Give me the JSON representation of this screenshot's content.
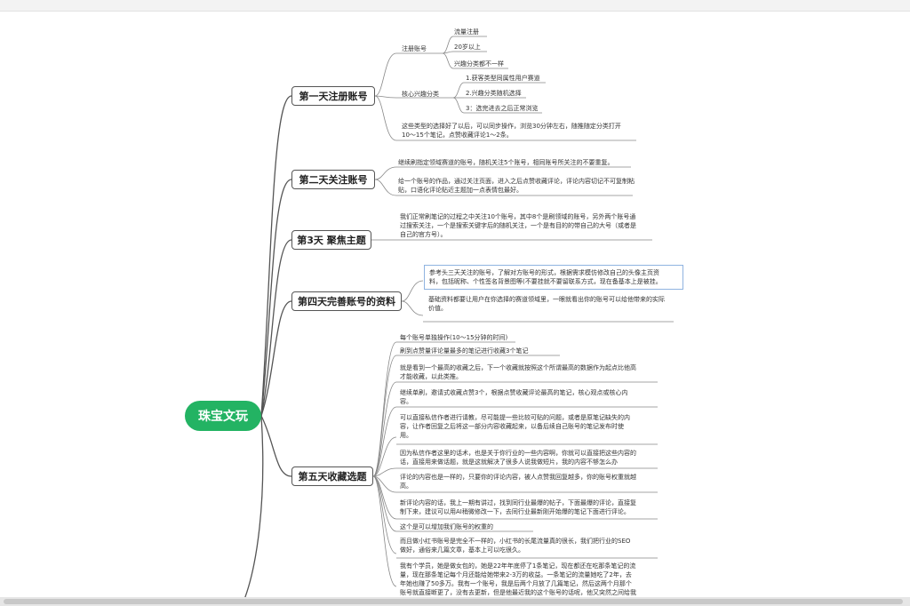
{
  "root": "珠宝文玩",
  "day1": {
    "title": "第一天注册账号",
    "reg_label": "注册账号",
    "reg_items": [
      "流量注册",
      "20岁以上",
      "兴趣分类都不一样"
    ],
    "interest_label": "核心兴趣分类",
    "interest_items": [
      "1.获客类型同属性用户赛道",
      "2.兴趣分类随机选择",
      "3：选完进去之后正常浏览"
    ],
    "note": [
      "这些类型的选择好了以后，可以同步操作，浏览30分钟左右，随推随定分类打开",
      "10～15个笔记，点赞收藏评论1～2条。"
    ]
  },
  "day2": {
    "title": "第二天关注账号",
    "notes": [
      [
        "继续刷指定领域赛道的账号，随机关注5个账号，相同账号所关注的不要重复。"
      ],
      [
        "给一个账号的作品，通过关注页面，进入之后点赞收藏评论，评论内容切记不可复制粘",
        "贴，口语化评论贴近主题加一点表情包最好。"
      ]
    ]
  },
  "day3": {
    "title": "第3天 聚焦主题",
    "note": [
      "我们正常刷笔记的过程之中关注10个账号，其中8个是刷领域的账号，另外两个账号通",
      "过搜索关注，一个是搜索关键字后的随机关注，一个是有目的的带自己的大号（或者是",
      "自己的官方号）。"
    ]
  },
  "day4": {
    "title": "第四天完善账号的资料",
    "notes": [
      [
        "参考头三天关注的账号，了解对方账号的形式，根据需求模仿修改自己的头像主页资",
        "料，包括昵称、个性签名背景图等(不要挂就不要留联系方式，现在备基本上是被挂。"
      ],
      [
        "基础资料都要让用户在你选择的赛道领域里，一眼就看出你的账号可以给他带来的实际",
        "价值。"
      ]
    ]
  },
  "day5": {
    "title": "第五天收藏选题",
    "notes": [
      [
        "每个账号单独操作(10～15分钟的时间)"
      ],
      [
        "刷到点赞量评论量最多的笔记进行收藏3个笔记"
      ],
      [
        "就是看到一个最高的收藏之后，下一个收藏就按照这个所谓最高的数据作为起点比他高",
        "才能收藏，以此类推。"
      ],
      [
        "继续单刷，邀请式收藏点赞3个，根据点赞收藏评论最高的笔记，核心观点或核心内",
        "容。"
      ],
      [
        "可以直接私信作者进行请教，尽可能提一些比较可贴的问题，或者是原笔记缺失的内",
        "容，让作者回复之后将这一部分内容收藏起来，以备后续自己账号的笔记发布时使",
        "用。"
      ],
      [
        "因为私信作者这里的话术，也是关于你行业的一些内容啊，你就可以直接把这些内容的",
        "话，直接用来做话题，就是这就解决了很多人说我做短片，我的内容不够怎么办"
      ],
      [
        "评论的内容也是一样的，只要你的评论内容，被人点赞我回复越多，你的账号权重就越",
        "高。"
      ],
      [
        "新评论内容的话，我上一期有讲过，找到同行业最爆的帖子，下面最爆的评论，直接复",
        "制下来，建议可以用AI稍微修改一下，去同行业最新刚开始爆的笔记下面进行评论。"
      ],
      [
        "这个是可以增加我们账号的权重的"
      ],
      [
        "而且做小红书账号是完全不一样的，小红书的长尾流量真的很长，我们把行业的SEO",
        "做好，通俗来几篇文章，基本上可以吃很久。"
      ],
      [
        "我有个学员，她是做女包的，她是22年年底停了1条笔记，现在都还在吃那条笔记的流",
        "量，现在那条笔记每个月还能给她带来2-3万的收益。一条笔记的流量她吃了2年，去",
        "年她也赚了50多万。我有一个账号，我是后两个月放了几篇笔记，然后这两个月那个",
        "账号就直接断更了，没有去更新，但是他最近我的这个账号的话呢，他又突然之间给我"
      ]
    ]
  }
}
